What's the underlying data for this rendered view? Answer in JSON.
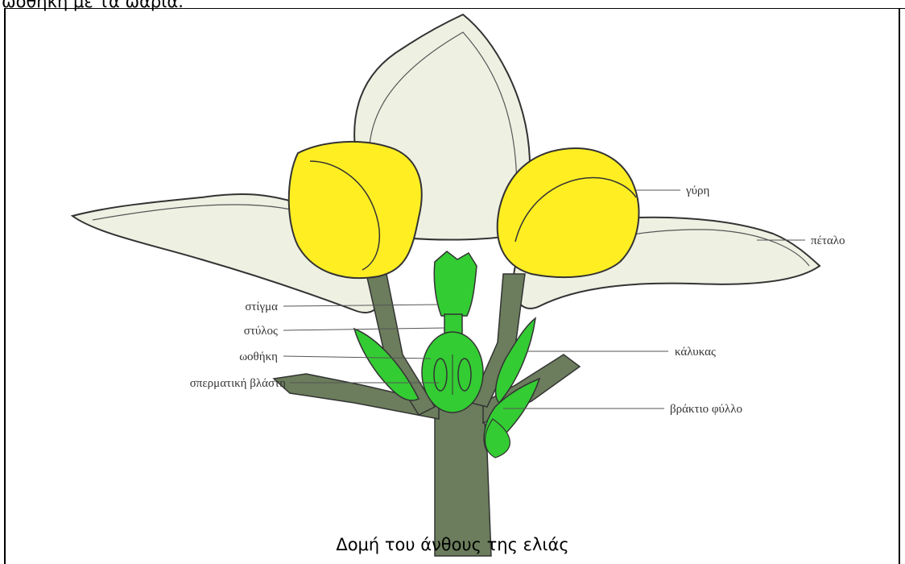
{
  "page": {
    "top_text": "ωοθήκη με τα ωάρια.",
    "caption": "Δομή του άνθους της ελιάς"
  },
  "labels": {
    "left": {
      "stigma": "στίγμα",
      "style": "στύλος",
      "ovary": "ωοθήκη",
      "seminal_blastema": "σπερματική βλάστη"
    },
    "right": {
      "pollen": "γύρη",
      "petal": "πέταλο",
      "calyx": "κάλυκας",
      "bract": "βράκτιο φύλλο"
    }
  },
  "colors": {
    "petal_fill": "#eef0e2",
    "anther_fill": "#ffee22",
    "pistil_green": "#33cc33",
    "stem_gray": "#6b7d5c",
    "outline": "#333333"
  }
}
